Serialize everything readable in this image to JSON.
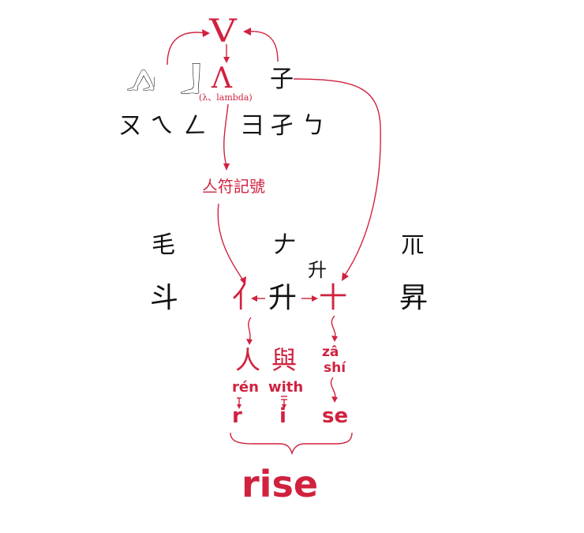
{
  "top": {
    "vee": "V",
    "lambda": "Λ",
    "lambda_caption": "(λ、lambda)",
    "row1_left": [
      "𓂻",
      "𓏺",
      "𓃀"
    ],
    "row1_right": "子",
    "row2_left": [
      "ㄡ",
      "ㄟ",
      "ㄥ"
    ],
    "row2_right": [
      "彐",
      "孑",
      "ㄅ"
    ]
  },
  "symbol_label": "亼符記號",
  "middle": {
    "dou_ancient": "毛",
    "dou": "斗",
    "sheng_ancient": "𠂇",
    "sheng_small": "升",
    "ren_radical": "亻",
    "sheng": "升",
    "shi": "十",
    "sheng2_ancient": "𥘅",
    "sheng2": "昇"
  },
  "bottom": {
    "ren": "人",
    "yu": "與",
    "za": "zâ",
    "shi_pinyin": "shí",
    "ren_pinyin": "rén",
    "with": "with",
    "r": "r",
    "i": "i",
    "se": "se",
    "word": "rise"
  },
  "colors": {
    "accent": "#d0223f",
    "ink": "#111111"
  }
}
